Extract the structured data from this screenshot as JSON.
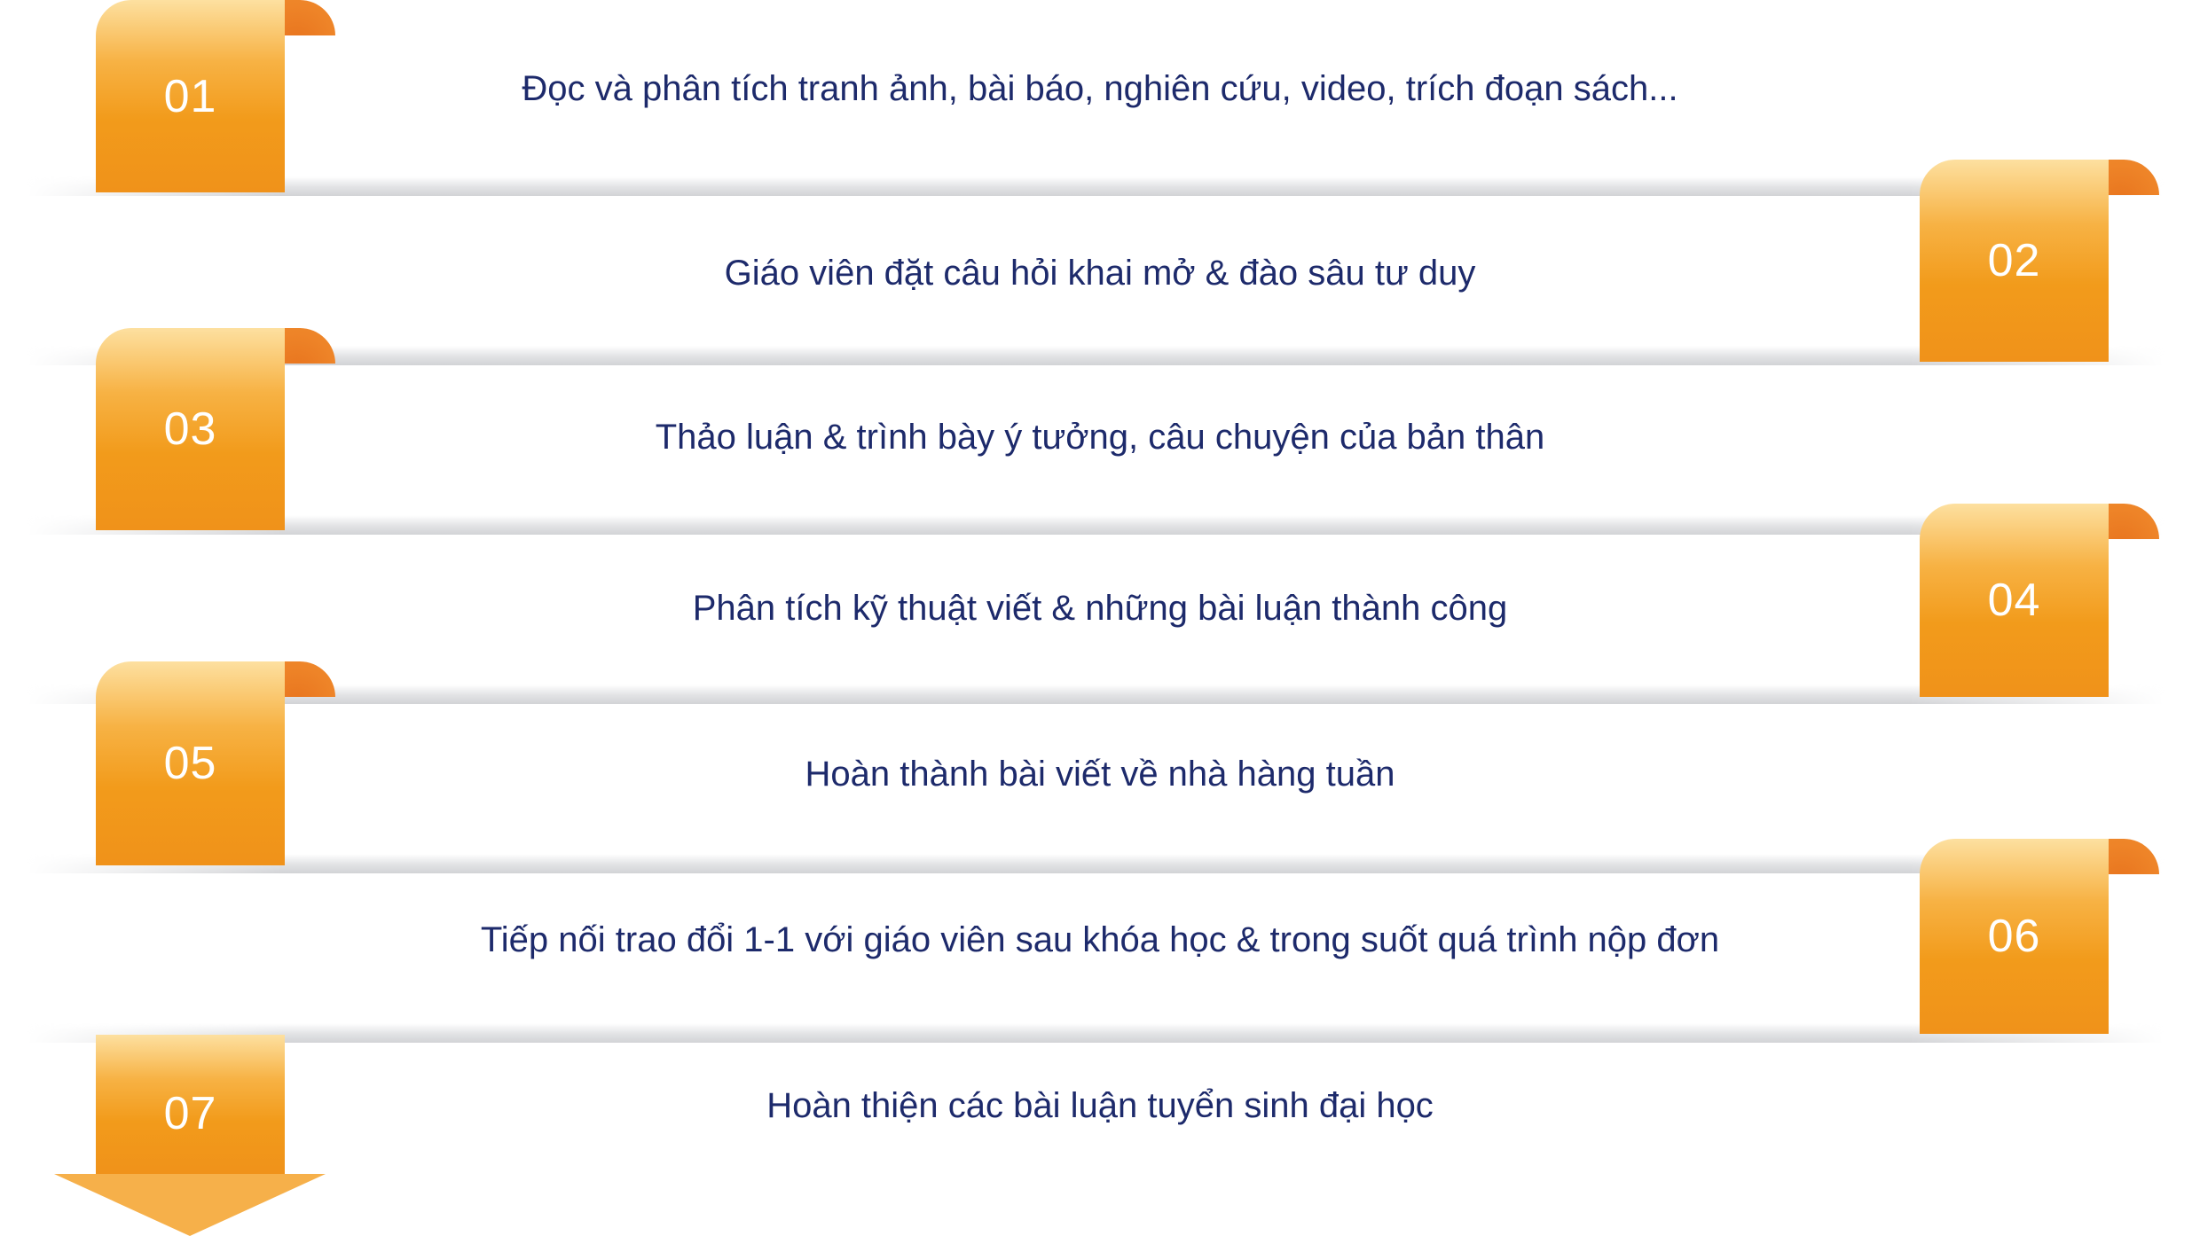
{
  "steps": [
    {
      "number": "01",
      "text": "Đọc và phân tích tranh ảnh, bài báo, nghiên cứu, video, trích đoạn sách...",
      "side": "left"
    },
    {
      "number": "02",
      "text": "Giáo viên đặt câu hỏi khai mở & đào sâu tư duy",
      "side": "right"
    },
    {
      "number": "03",
      "text": "Thảo luận & trình bày ý tưởng, câu chuyện của bản thân",
      "side": "left"
    },
    {
      "number": "04",
      "text": "Phân tích kỹ thuật viết & những bài luận  thành công",
      "side": "right"
    },
    {
      "number": "05",
      "text": "Hoàn thành bài viết về nhà hàng tuần",
      "side": "left"
    },
    {
      "number": "06",
      "text": "Tiếp nối trao đổi 1-1 với giáo viên sau khóa học & trong suốt quá trình nộp đơn",
      "side": "right"
    },
    {
      "number": "07",
      "text": "Hoàn thiện các bài luận tuyển sinh đại học",
      "side": "left"
    }
  ],
  "colors": {
    "tab_orange": "#f29b1b",
    "tab_light": "#fde0a0",
    "curl_orange": "#ec7d23",
    "text_navy": "#1d2a6b",
    "band_gray": "#d2d3d6"
  },
  "icons": {
    "end_marker": "down-arrow-icon"
  }
}
